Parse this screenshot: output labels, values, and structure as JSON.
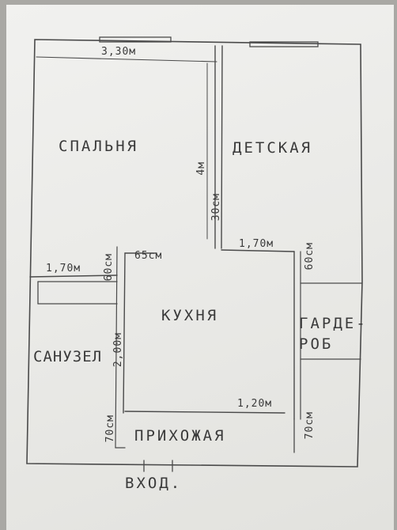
{
  "rooms": {
    "bedroom": "СПАЛЬНЯ",
    "kids_room": "ДЕТСКАЯ",
    "kitchen": "КУХНЯ",
    "bathroom": "САНУЗЕЛ",
    "hallway": "ПРИХОЖАЯ",
    "wardrobe_line1": "ГАРДЕ-",
    "wardrobe_line2": "РОБ",
    "entrance": "ВХОД."
  },
  "dimensions": {
    "bedroom_width": "3,30м",
    "wall_length": "4м",
    "partition_30": "30см",
    "kids_bottom": "1,70м",
    "bath_width": "1,70м",
    "bath_60": "60см",
    "kitchen_65": "65см",
    "wardrobe_60": "60см",
    "kitchen_height": "2,00м",
    "kitchen_bottom": "1,20м",
    "hall_left_70": "70см",
    "hall_right_70": "70см"
  },
  "colors": {
    "ink": "#4a4a4a",
    "paper": "#eeeeec"
  }
}
